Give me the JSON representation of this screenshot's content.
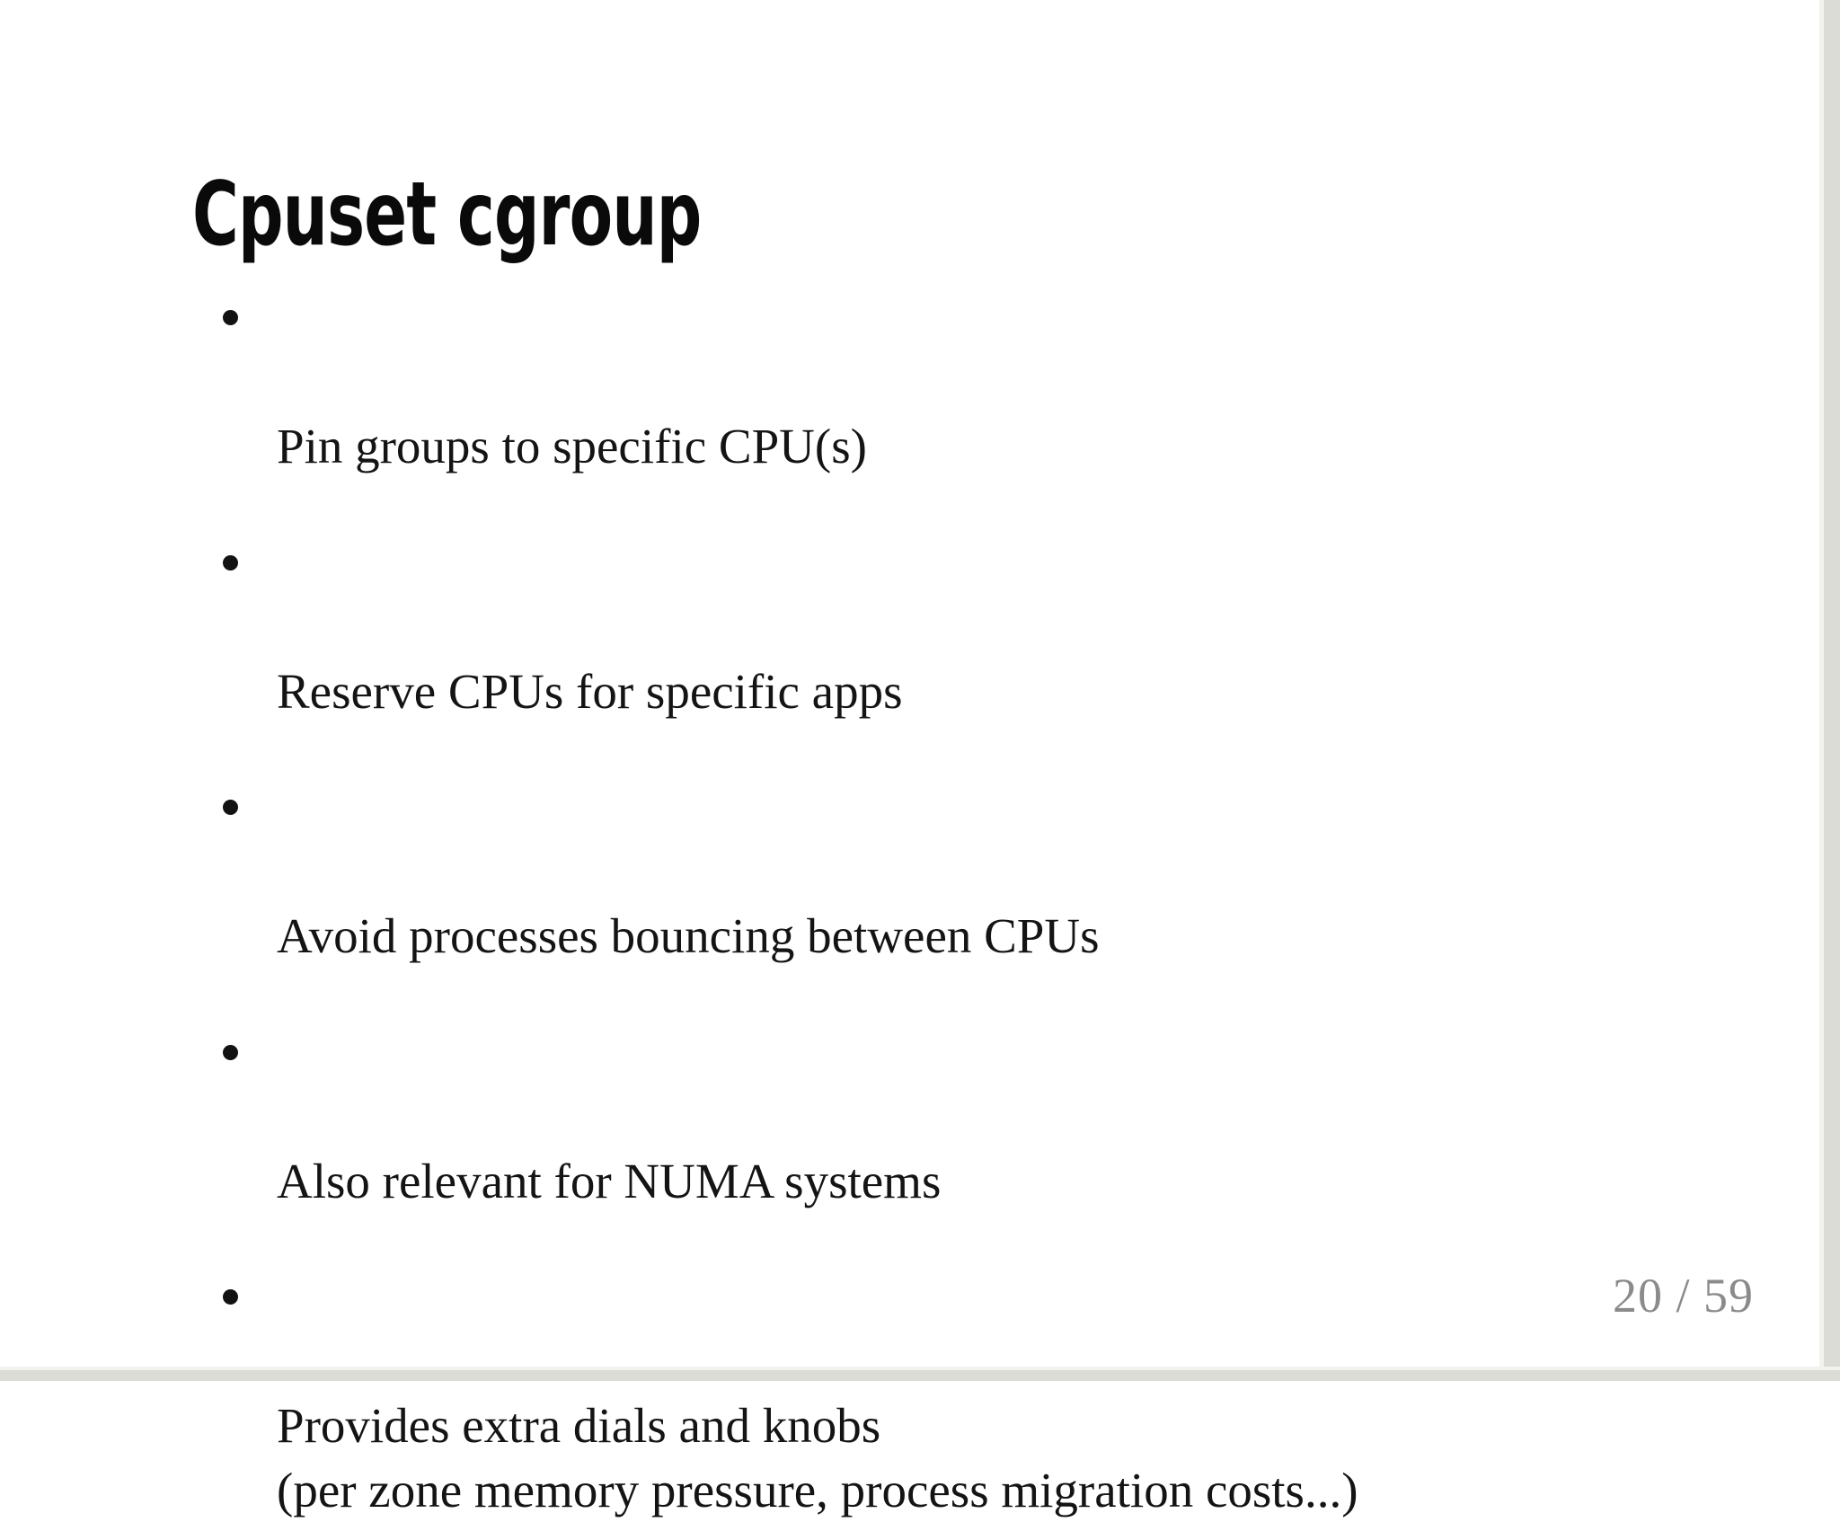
{
  "slide": {
    "title": "Cpuset cgroup",
    "bullets": [
      {
        "text": "Pin groups to specific CPU(s)"
      },
      {
        "text": "Reserve CPUs for specific apps"
      },
      {
        "text": "Avoid processes bouncing between CPUs"
      },
      {
        "text": "Also relevant for NUMA systems"
      },
      {
        "text": "Provides extra dials and knobs\n(per zone memory pressure, process migration costs...)"
      }
    ],
    "page_indicator": "20 / 59",
    "current_page": "20",
    "total_pages": "59",
    "colors": {
      "background": "#ffffff",
      "title_text": "#0a0a0a",
      "body_text": "#141414",
      "page_indicator": "#8b8b8b",
      "edge_shadow": "#dcdcd6"
    }
  }
}
